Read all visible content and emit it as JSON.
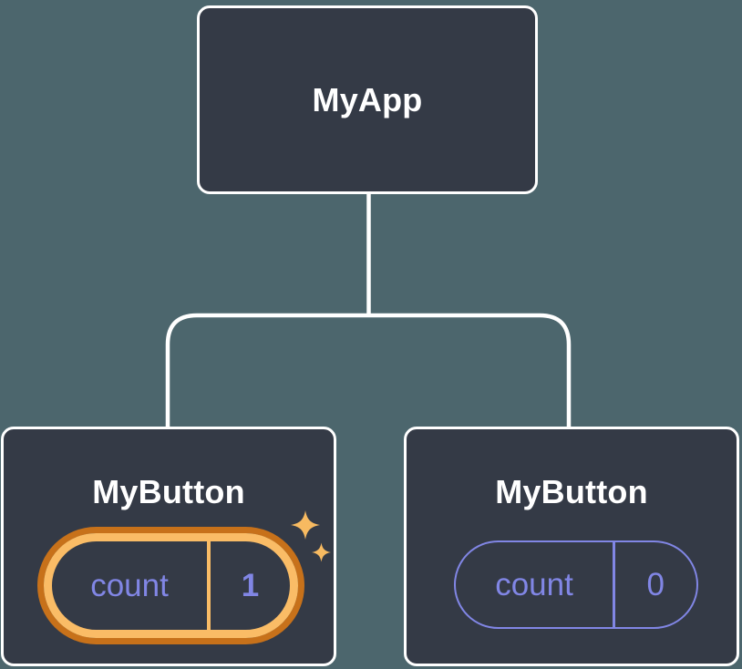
{
  "diagram": {
    "title": "component-tree",
    "root": {
      "label": "MyApp"
    },
    "children": [
      {
        "label": "MyButton",
        "state": {
          "key": "count",
          "value": "1"
        },
        "highlighted": true
      },
      {
        "label": "MyButton",
        "state": {
          "key": "count",
          "value": "0"
        },
        "highlighted": false
      }
    ]
  },
  "icons": {
    "sparkle_large": "four-point-star",
    "sparkle_small": "four-point-star"
  },
  "colors": {
    "canvas-bg": "#4C666D",
    "node-fill": "#343A46",
    "node-border": "#FFFFFF",
    "connector": "#FFFFFF",
    "state-purple": "#8186E5",
    "highlight-gold": "#FABC66",
    "highlight-dark-orange": "#C7711A",
    "sparkle-gold": "#F7BA61"
  }
}
